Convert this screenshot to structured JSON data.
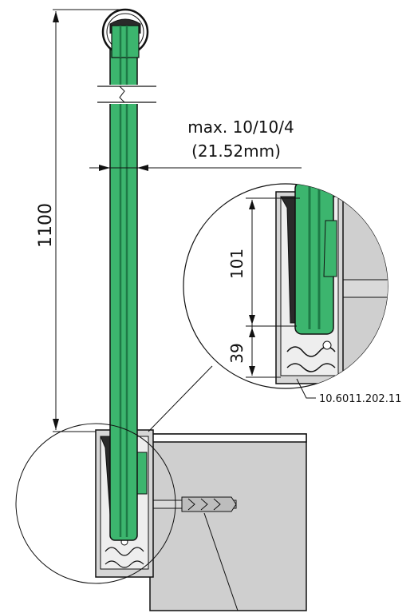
{
  "dimensions": {
    "total_height": "1100",
    "glass_thickness_line1": "max. 10/10/4",
    "glass_thickness_line2": "(21.52mm)",
    "detail_depth_upper": "101",
    "detail_depth_lower": "39"
  },
  "labels": {
    "part_number": "10.6011.202.11"
  },
  "colors": {
    "glass": "#3cb56e",
    "glass_inner": "#1e7a46",
    "profile": "#c8c8c8",
    "concrete": "#cfcfcf",
    "line": "#111111"
  }
}
